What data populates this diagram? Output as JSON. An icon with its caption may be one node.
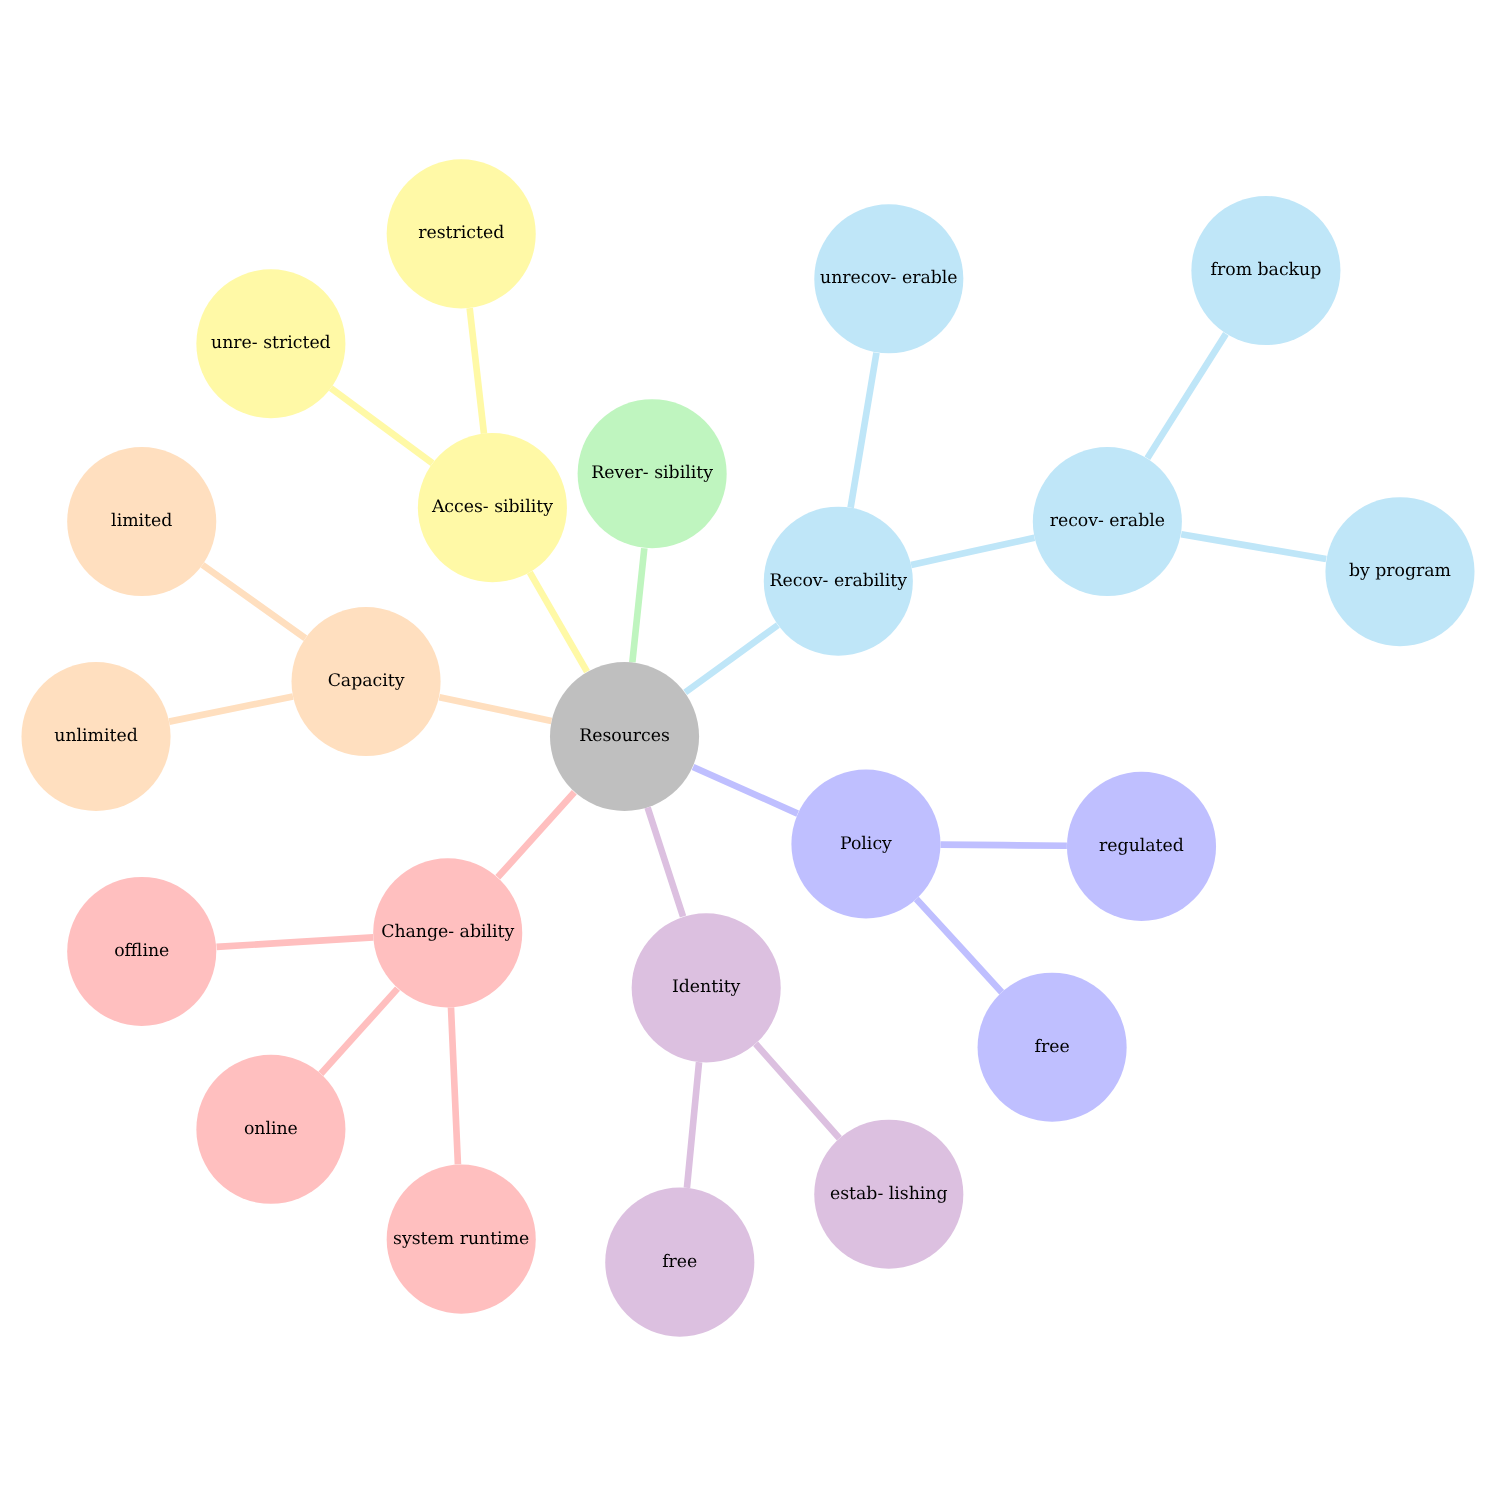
{
  "diagram": {
    "nodes": [
      {
        "text": [
          "Resources"
        ]
      },
      {
        "text": [
          "Recov- erability"
        ]
      },
      {
        "text": [
          "recov- erable"
        ]
      },
      {
        "text": [
          "by program"
        ]
      },
      {
        "text": [
          "from backup"
        ]
      },
      {
        "text": [
          "unrecov- erable"
        ]
      },
      {
        "text": [
          "Rever- sibility"
        ]
      },
      {
        "text": [
          "Acces- sibility"
        ]
      },
      {
        "text": [
          "restricted"
        ]
      },
      {
        "text": [
          "unre- stricted"
        ]
      },
      {
        "text": [
          "Capacity"
        ]
      },
      {
        "text": [
          "limited"
        ]
      },
      {
        "text": [
          "unlimited"
        ]
      },
      {
        "text": [
          "Change- ability"
        ]
      },
      {
        "text": [
          "offline"
        ]
      },
      {
        "text": [
          "online"
        ]
      },
      {
        "text": [
          "system runtime"
        ]
      },
      {
        "text": [
          "Identity"
        ]
      },
      {
        "text": [
          "free"
        ]
      },
      {
        "text": [
          "estab- lishing"
        ]
      },
      {
        "text": [
          "Policy"
        ]
      },
      {
        "text": [
          "free"
        ]
      },
      {
        "text": [
          "regulated"
        ]
      }
    ],
    "edges": [
      {
        "from": 0,
        "to": 1,
        "arrow": "none",
        "color": "#bfe6f8"
      },
      {
        "from": 1,
        "to": 2,
        "arrow": "none",
        "color": "#bfe6f8"
      },
      {
        "from": 2,
        "to": 3,
        "arrow": "none",
        "color": "#bfe6f8"
      },
      {
        "from": 2,
        "to": 4,
        "arrow": "none",
        "color": "#bfe6f8"
      },
      {
        "from": 1,
        "to": 5,
        "arrow": "none",
        "color": "#bfe6f8"
      },
      {
        "from": 0,
        "to": 6,
        "arrow": "none",
        "color": "#bff5bf"
      },
      {
        "from": 0,
        "to": 7,
        "arrow": "none",
        "color": "#fff9a6"
      },
      {
        "from": 7,
        "to": 8,
        "arrow": "none",
        "color": "#fff9a6"
      },
      {
        "from": 7,
        "to": 9,
        "arrow": "none",
        "color": "#fff9a6"
      },
      {
        "from": 0,
        "to": 10,
        "arrow": "none",
        "color": "#ffdfbf"
      },
      {
        "from": 10,
        "to": 11,
        "arrow": "none",
        "color": "#ffdfbf"
      },
      {
        "from": 10,
        "to": 12,
        "arrow": "none",
        "color": "#ffdfbf"
      },
      {
        "from": 0,
        "to": 13,
        "arrow": "none",
        "color": "#ffbfbf"
      },
      {
        "from": 13,
        "to": 14,
        "arrow": "none",
        "color": "#ffbfbf"
      },
      {
        "from": 13,
        "to": 15,
        "arrow": "none",
        "color": "#ffbfbf"
      },
      {
        "from": 13,
        "to": 16,
        "arrow": "none",
        "color": "#ffbfbf"
      },
      {
        "from": 0,
        "to": 17,
        "arrow": "none",
        "color": "#dcc0e0"
      },
      {
        "from": 17,
        "to": 18,
        "arrow": "none",
        "color": "#dcc0e0"
      },
      {
        "from": 17,
        "to": 19,
        "arrow": "none",
        "color": "#dcc0e0"
      },
      {
        "from": 0,
        "to": 20,
        "arrow": "none",
        "color": "#bfbfff"
      },
      {
        "from": 20,
        "to": 21,
        "arrow": "none",
        "color": "#bfbfff"
      },
      {
        "from": 20,
        "to": 22,
        "arrow": "none",
        "color": "#bfbfff"
      }
    ]
  }
}
